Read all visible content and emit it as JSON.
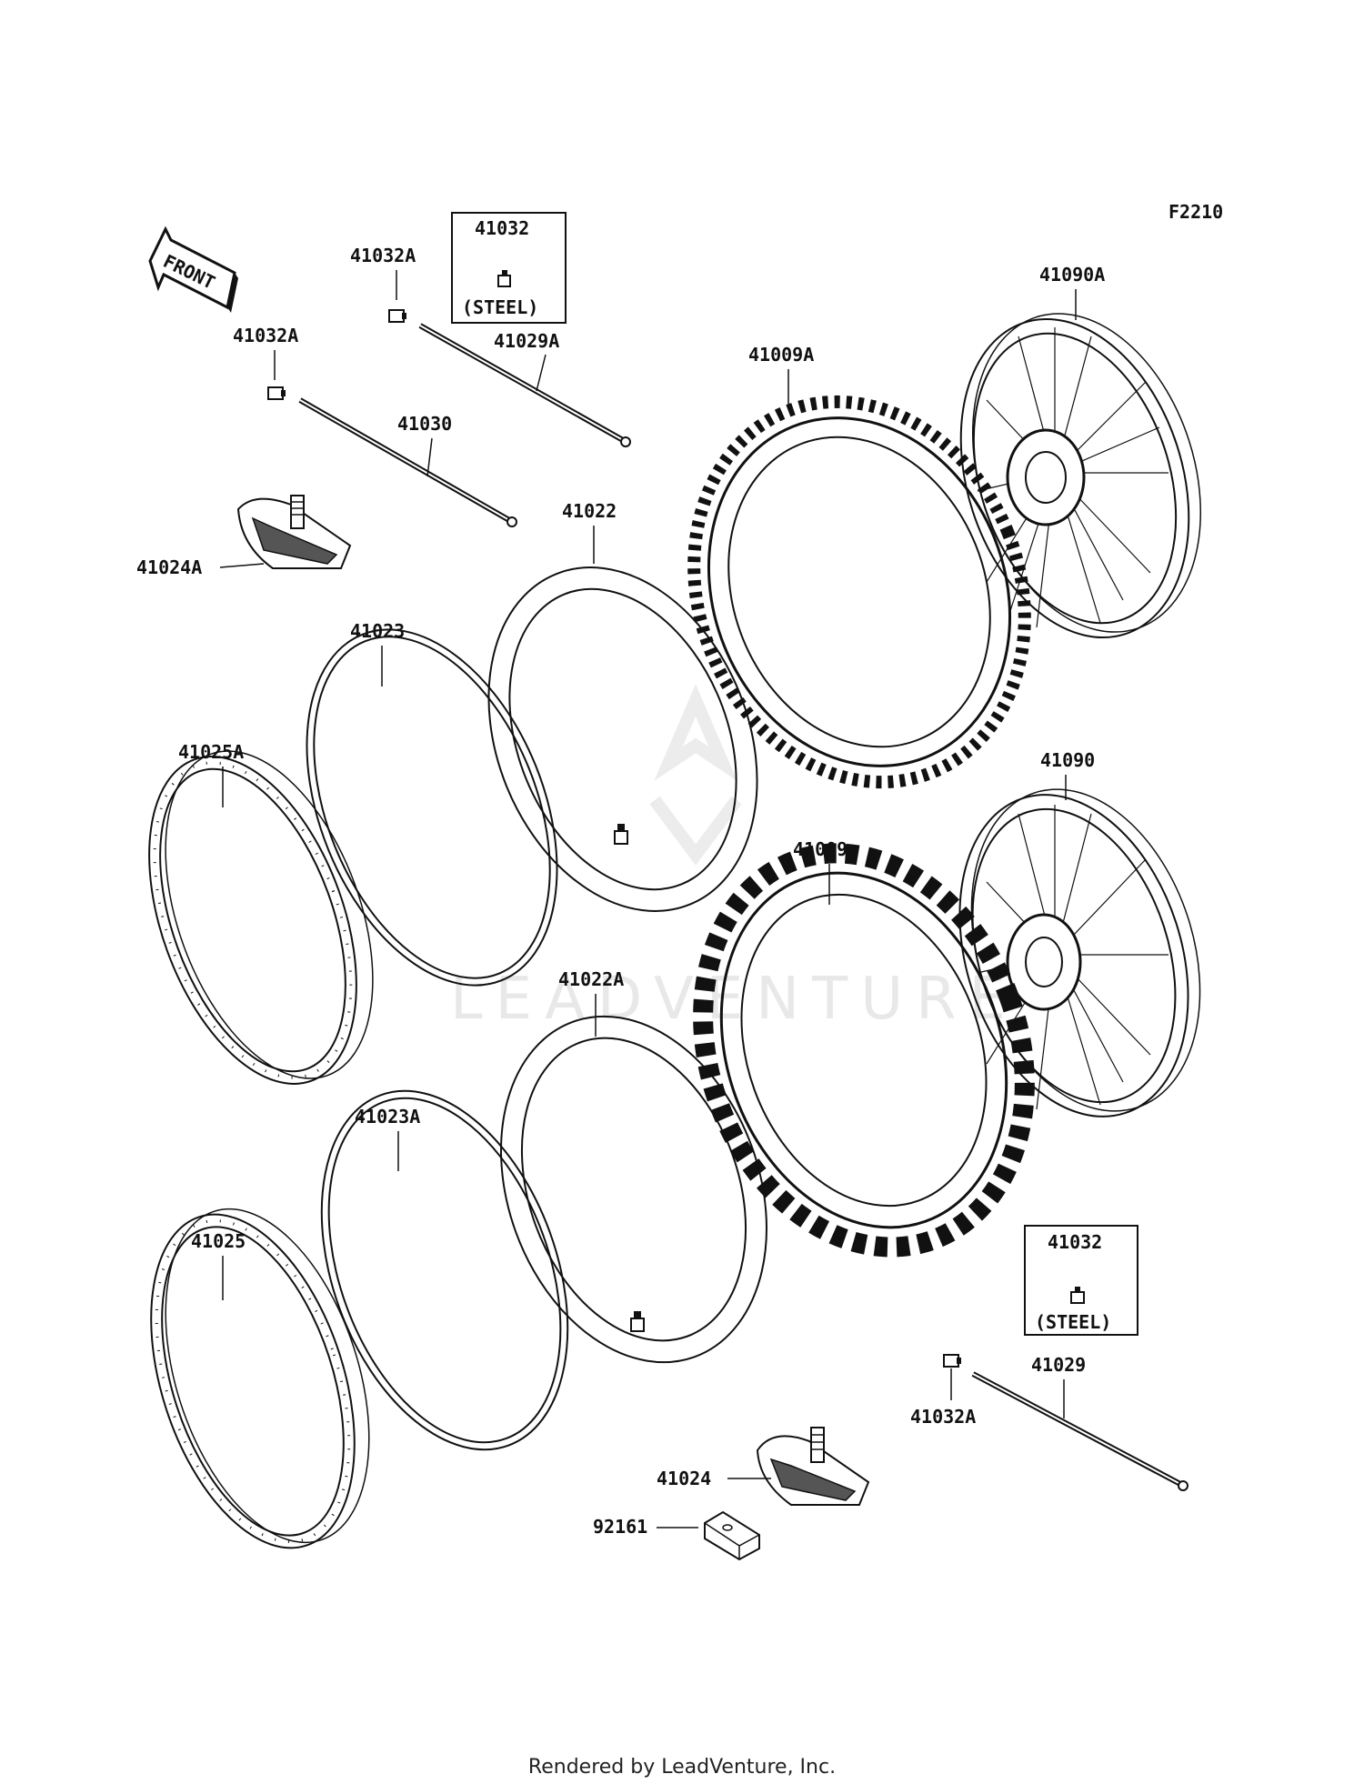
{
  "figure_code": "F2210",
  "front_arrow_label": "FRONT",
  "watermark": "LEADVENTURE",
  "footer": "Rendered by LeadVenture, Inc.",
  "callouts": {
    "p41032_top": "41032",
    "p41032_top_note": "(STEEL)",
    "p41032_bottom": "41032",
    "p41032_bottom_note": "(STEEL)",
    "p41032A_1": "41032A",
    "p41032A_2": "41032A",
    "p41032A_3": "41032A",
    "p41029A": "41029A",
    "p41029": "41029",
    "p41030": "41030",
    "p41024A": "41024A",
    "p41024": "41024",
    "p92161": "92161",
    "p41022": "41022",
    "p41022A": "41022A",
    "p41023": "41023",
    "p41023A": "41023A",
    "p41025A": "41025A",
    "p41025": "41025",
    "p41009A": "41009A",
    "p41009": "41009",
    "p41090A": "41090A",
    "p41090": "41090"
  }
}
